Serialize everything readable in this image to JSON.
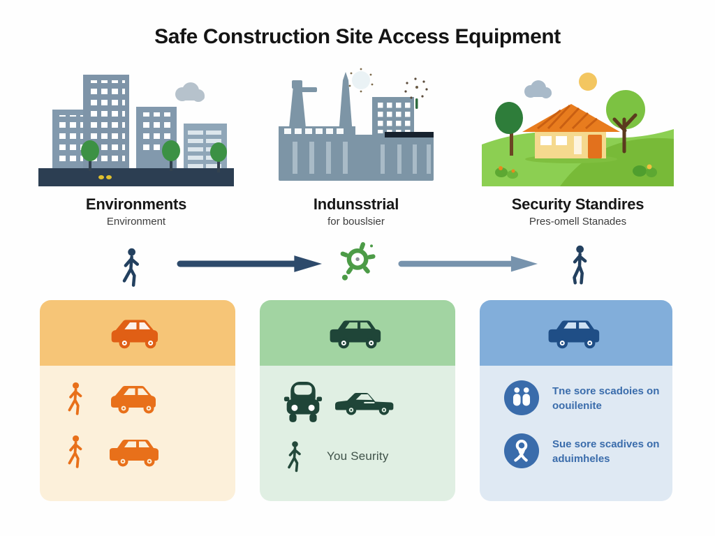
{
  "title": "Safe Construction Site Access Equipment",
  "columns": [
    {
      "id": "environments",
      "label": "Environments",
      "sublabel": "Environment",
      "scene": "city-skyline-illustration"
    },
    {
      "id": "industrial",
      "label": "Indunsstrial",
      "sublabel": "for bouslsier",
      "scene": "factory-illustration"
    },
    {
      "id": "security",
      "label": "Security Standires",
      "sublabel": "Pres-omell Stanades",
      "scene": "countryside-house-illustration"
    }
  ],
  "flow": {
    "icons": [
      "walking-person-icon",
      "arrow-right-icon",
      "gear-icon",
      "arrow-right-icon",
      "walking-person-icon"
    ]
  },
  "panels": {
    "left": {
      "header_icon": "car-side-icon",
      "rows": [
        {
          "icons": [
            "walking-person-icon",
            "car-side-icon"
          ]
        },
        {
          "icons": [
            "walking-person-icon",
            "van-side-icon"
          ]
        }
      ]
    },
    "middle": {
      "header_icon": "car-side-icon",
      "row1_icons": [
        "car-front-icon",
        "coupe-side-icon"
      ],
      "row2_icon": "walking-person-icon",
      "row2_text": "You Seurity"
    },
    "right": {
      "header_icon": "car-side-icon",
      "rows": [
        {
          "icon": "two-people-badge-icon",
          "text": "Tne sore scadoies on oouilenite"
        },
        {
          "icon": "ribbon-badge-icon",
          "text": "Sue sore scadives on aduimheles"
        }
      ]
    }
  },
  "colors": {
    "panel_left_header": "#f6c577",
    "panel_left_body": "#fcf0da",
    "panel_left_icon": "#e8701a",
    "panel_middle_header": "#a2d4a2",
    "panel_middle_body": "#e0efe3",
    "panel_middle_icon": "#1f4538",
    "panel_right_header": "#82aeda",
    "panel_right_body": "#dfe9f3",
    "panel_right_icon": "#1f4e86",
    "arrow_dark": "#2d4a6b",
    "arrow_light": "#7793ad",
    "gear_green": "#4c9b47",
    "person_navy": "#23405f",
    "badge_blue": "#3a6cab",
    "blue_text": "#3a6cab",
    "road": "#2c3e52",
    "building": "#7e94a8",
    "grass": "#8ccf52",
    "roof_orange": "#e87c1e"
  }
}
